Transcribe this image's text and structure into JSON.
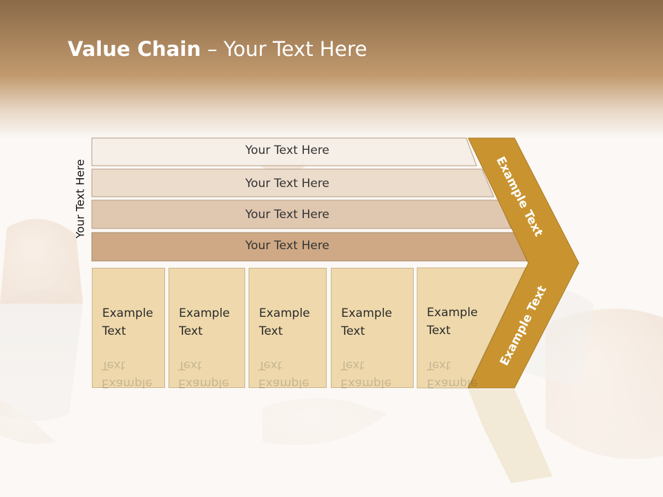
{
  "title": {
    "bold": "Value Chain",
    "rest": " – Your Text Here"
  },
  "side_label": "Your Text Here",
  "rows": [
    "Your Text Here",
    "Your Text Here",
    "Your Text Here",
    "Your Text Here"
  ],
  "cells": [
    "Example Text",
    "Example Text",
    "Example Text",
    "Example Text",
    "Example Text"
  ],
  "chevron": {
    "upper": "Example Text",
    "lower": "Example Text"
  },
  "colors": {
    "header_gradient_top": "#8a6a48",
    "header_gradient_bottom": "#c29a6e",
    "row1": "#f6efe8",
    "row2": "#ecdccc",
    "row3": "#e0c7b0",
    "row4": "#cfa985",
    "cell": "#efd9ac",
    "chevron": "#c99430"
  }
}
